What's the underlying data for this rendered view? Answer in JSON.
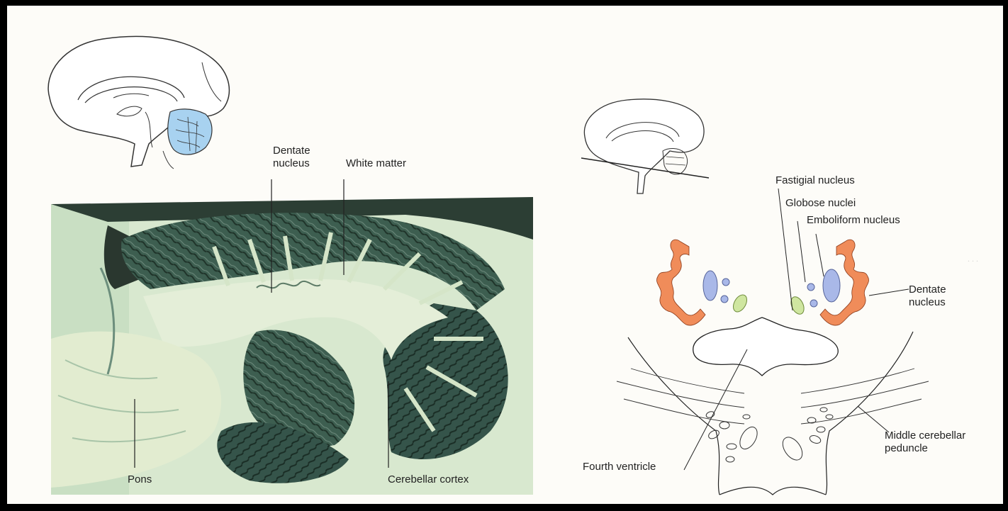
{
  "left_figure": {
    "labels": {
      "dentate_nucleus": "Dentate\nnucleus",
      "white_matter": "White matter",
      "pons": "Pons",
      "cerebellar_cortex": "Cerebellar cortex"
    },
    "highlight_color": "#a8d2f0",
    "photo_color": "#3a5a4a"
  },
  "right_figure": {
    "labels": {
      "fastigial_nucleus": "Fastigial nucleus",
      "globose_nuclei": "Globose nuclei",
      "emboliform_nucleus": "Emboliform nucleus",
      "dentate_nucleus": "Dentate\nnucleus",
      "fourth_ventricle": "Fourth ventricle",
      "middle_cerebellar_peduncle": "Middle cerebellar\npeduncle"
    },
    "colors": {
      "dentate": "#f08c5a",
      "emboliform_globose": "#a9b8e8",
      "fastigial": "#cfe6a0"
    }
  }
}
